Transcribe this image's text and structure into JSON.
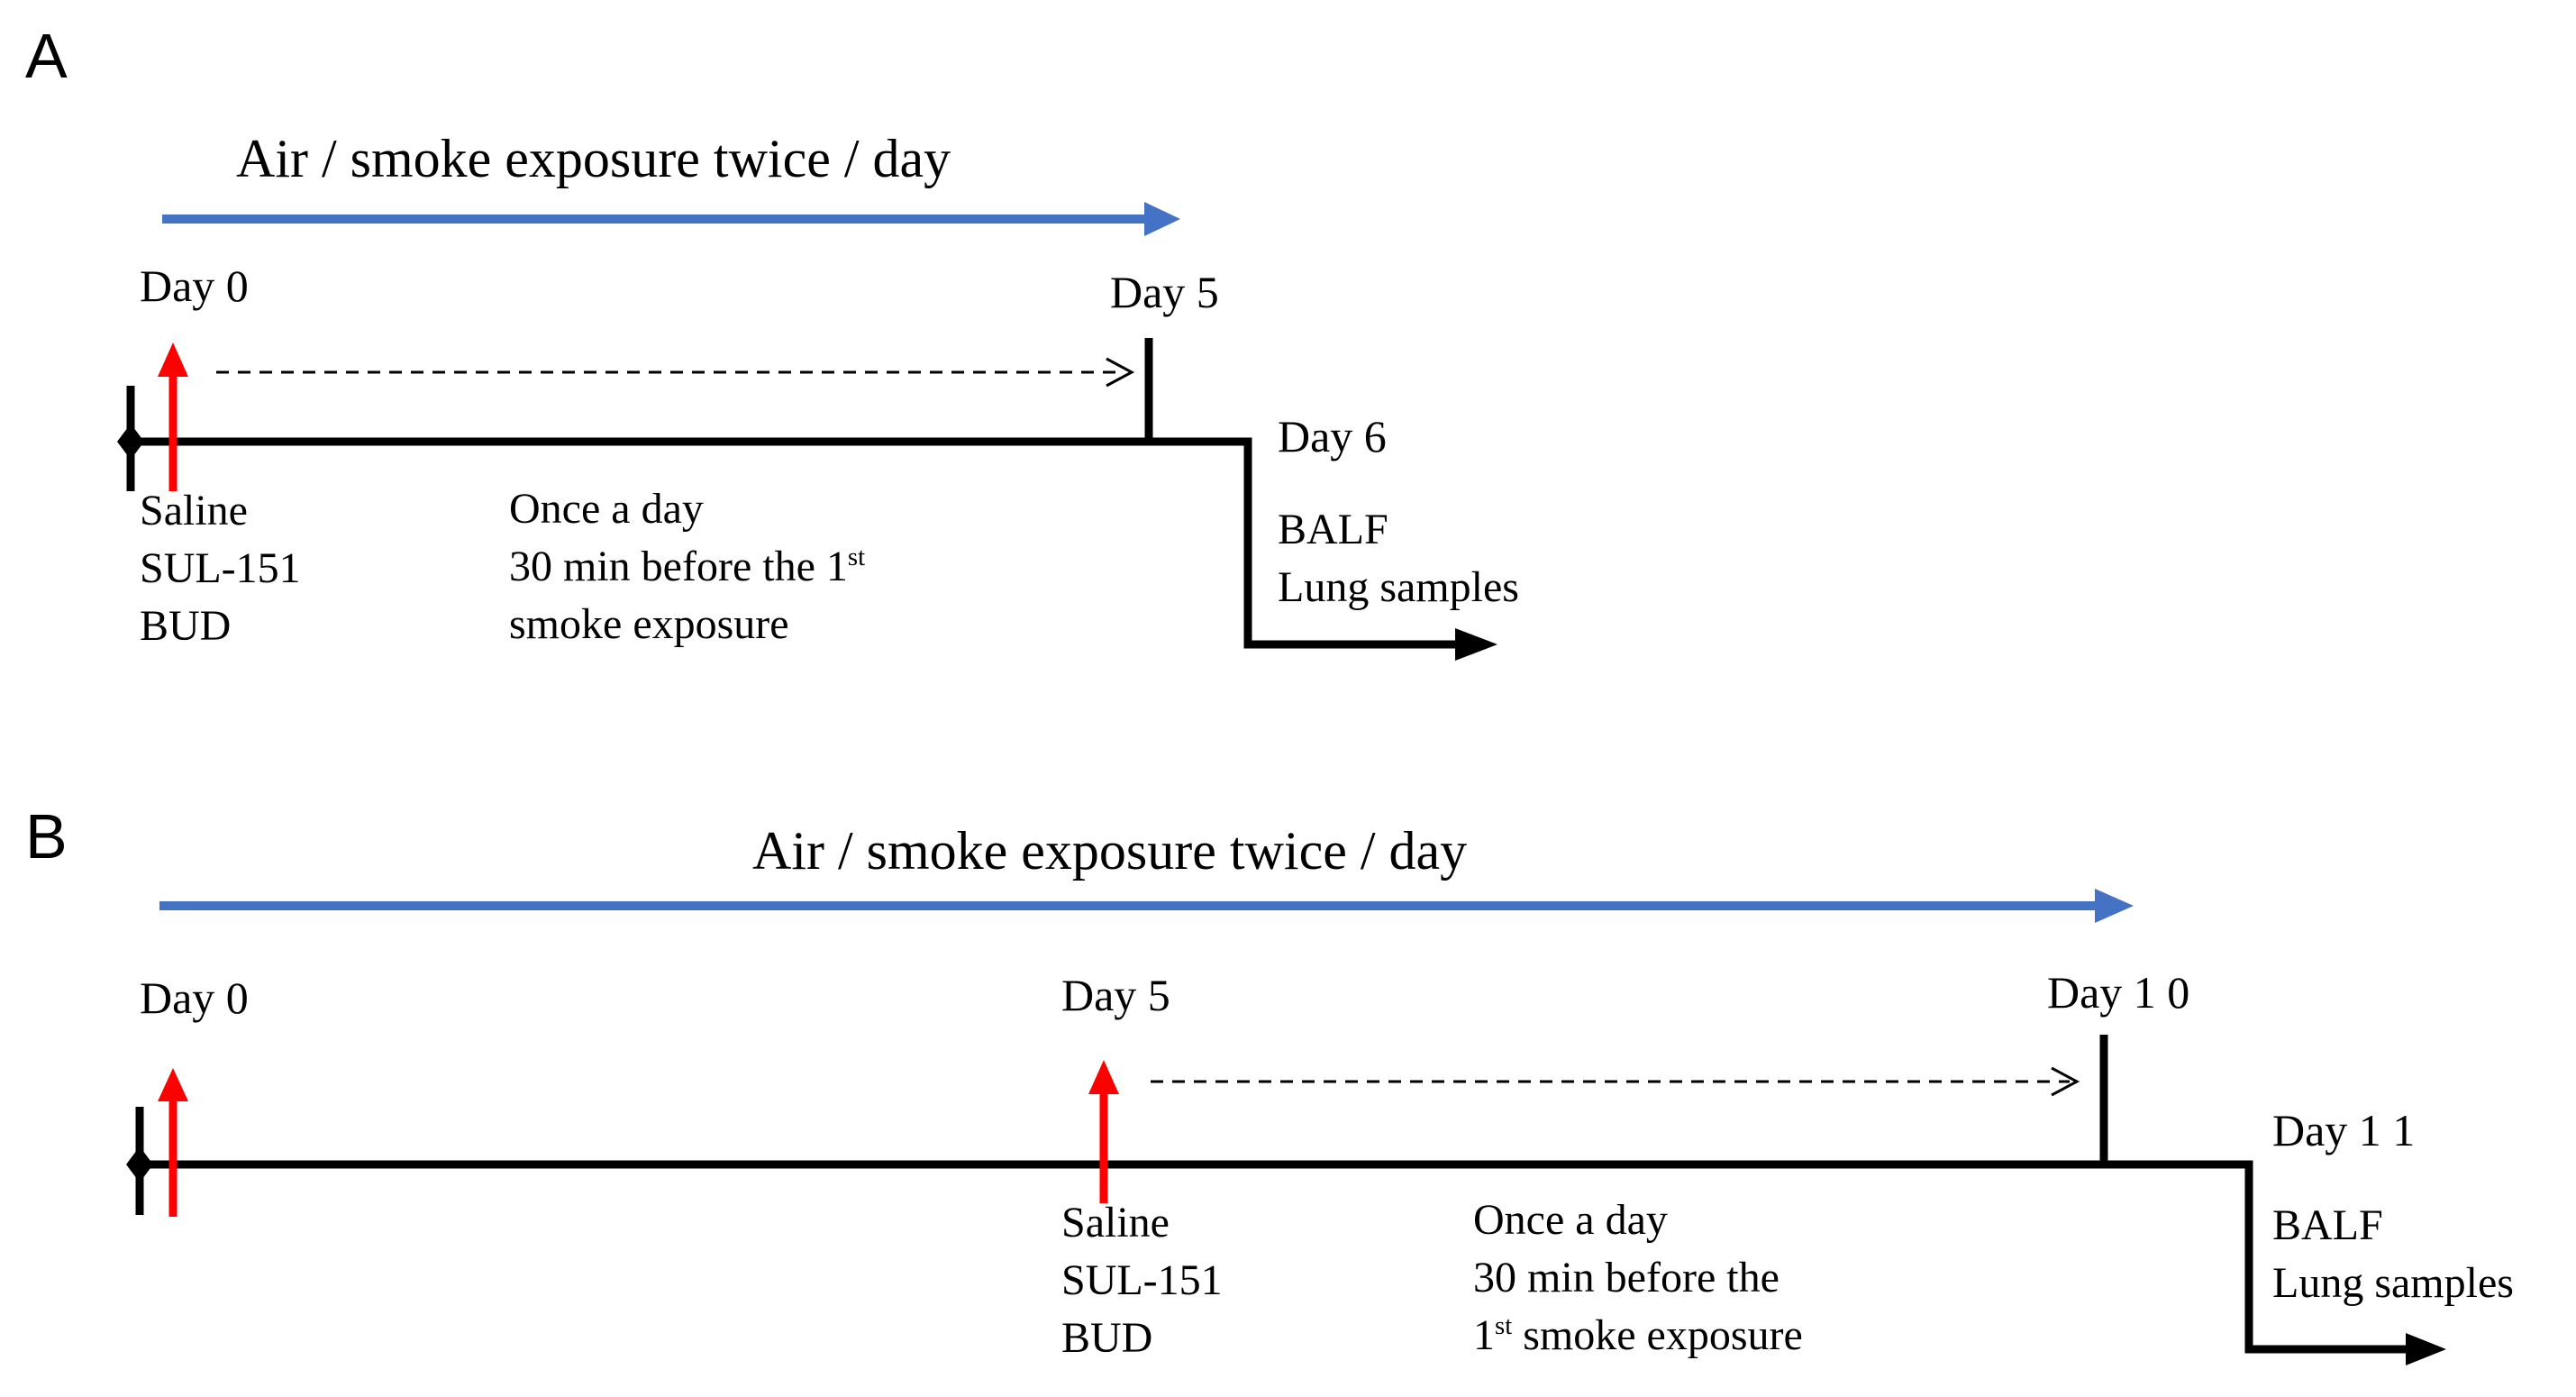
{
  "panels": [
    {
      "letter": "A",
      "exposure_title": "Air / smoke exposure twice / day",
      "days": {
        "start": "Day 0",
        "dose_end": "Day 5",
        "sample": "Day 6"
      },
      "treatments": [
        "Saline",
        "SUL-151",
        "BUD"
      ],
      "schedule": {
        "line1": "Once a day",
        "line2_before_sup": "30 min before  the 1",
        "line2_sup": "st",
        "line3": "smoke  exposure"
      },
      "outcomes": [
        "BALF",
        "Lung samples"
      ]
    },
    {
      "letter": "B",
      "exposure_title": "Air / smoke exposure twice / day",
      "days": {
        "start": "Day 0",
        "treat_start": "Day 5",
        "dose_end": "Day 1 0",
        "sample": "Day 1 1"
      },
      "treatments": [
        "Saline",
        "SUL-151",
        "BUD"
      ],
      "schedule": {
        "line1": "Once a day",
        "line2": "30 min before  the",
        "line3_sup_prefix": "1",
        "line3_sup": "st",
        "line3_rest": " smoke exposure"
      },
      "outcomes": [
        "BALF",
        "Lung samples"
      ]
    }
  ],
  "colors": {
    "exposure_arrow": "#4472C4",
    "treatment_arrow": "#FF0000",
    "timeline": "#000000"
  }
}
